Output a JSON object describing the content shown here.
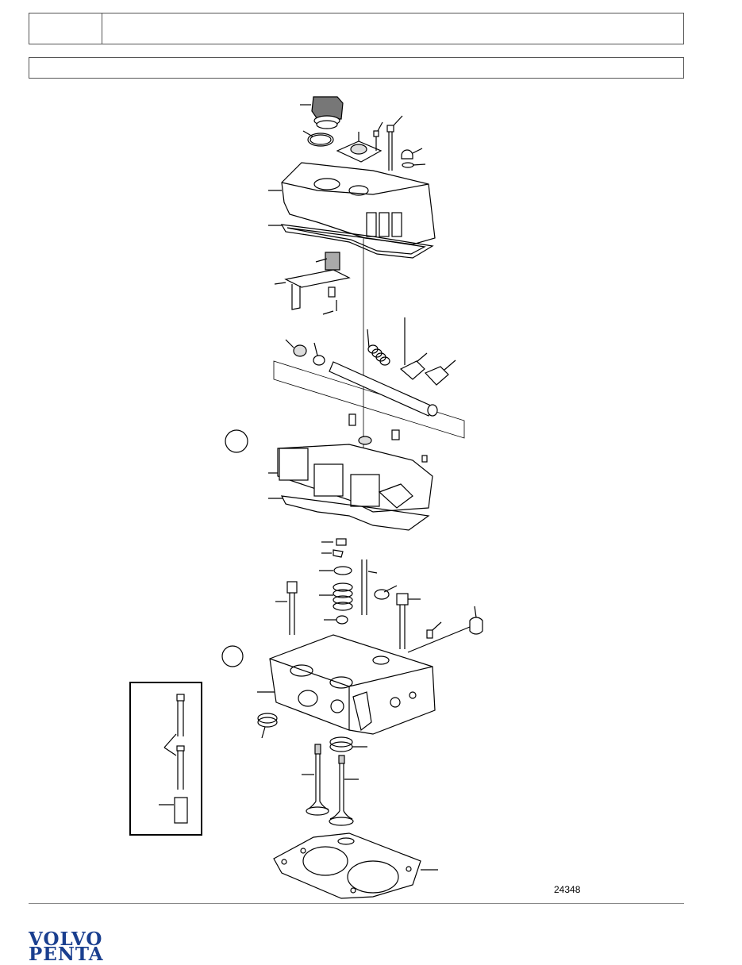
{
  "header": {
    "code_cell": "",
    "title_cell": "",
    "subtitle": ""
  },
  "figure": {
    "number": "24348"
  },
  "brand": {
    "line1": "VOLVO",
    "line2": "PENTA",
    "color": "#1a3f8f"
  }
}
